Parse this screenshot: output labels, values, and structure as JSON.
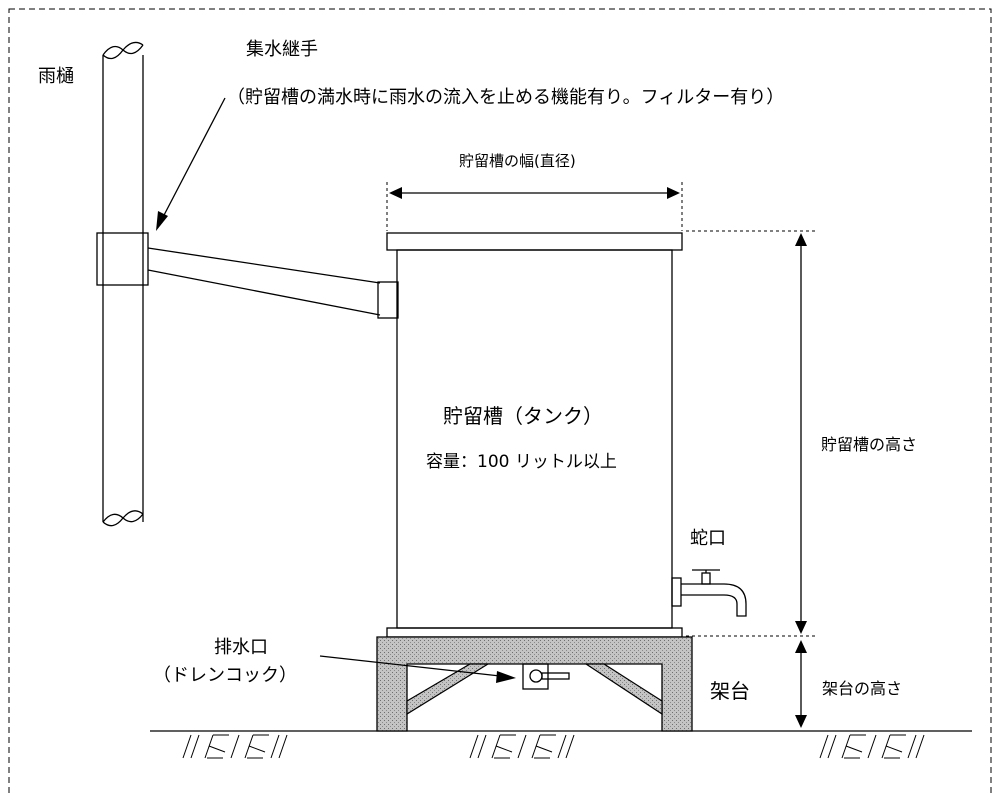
{
  "labels": {
    "gutter": "雨樋",
    "collector_title": "集水継手",
    "collector_note": "（貯留槽の満水時に雨水の流入を止める機能有り。フィルター有り）",
    "tank_width": "貯留槽の幅(直径)",
    "tank_name": "貯留槽（タンク）",
    "tank_capacity": "容量：100 リットル以上",
    "tank_height": "貯留槽の高さ",
    "faucet": "蛇口",
    "drain_title": "排水口",
    "drain_note": "（ドレンコック）",
    "stand": "架台",
    "stand_height": "架台の高さ"
  },
  "colors": {
    "line": "#000000",
    "stand_fill": "#b9b9b9",
    "background": "#ffffff"
  }
}
